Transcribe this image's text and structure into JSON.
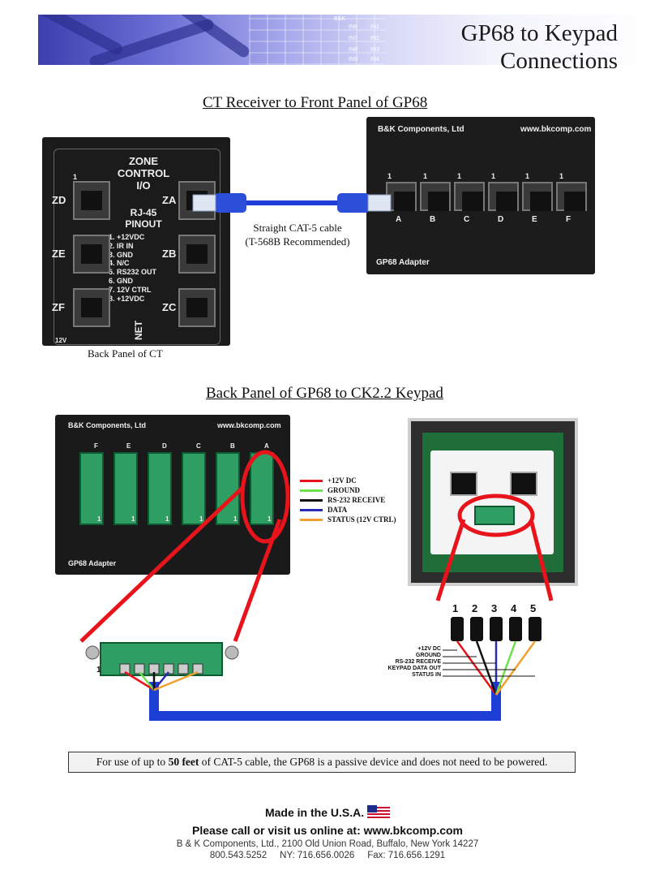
{
  "header": {
    "title_line1": "GP68 to Keypad",
    "title_line2": "Connections",
    "banner_labels": [
      "B&K",
      "IN6",
      "IN1",
      "IN7",
      "IN2",
      "IN8",
      "IN3",
      "IN9",
      "IN4"
    ]
  },
  "section1": {
    "heading": "CT Receiver to Front Panel of GP68",
    "ct_panel": {
      "zone_title": [
        "ZONE",
        "CONTROL",
        "I/O"
      ],
      "pinout_title": [
        "RJ-45",
        "PINOUT"
      ],
      "pins": [
        "1. +12VDC",
        "2. IR IN",
        "3. GND",
        "4. N/C",
        "5. RS232 OUT",
        "6. GND",
        "7. 12V CTRL",
        "8. +12VDC"
      ],
      "zones_left": [
        "ZD",
        "ZE",
        "ZF"
      ],
      "zones_right": [
        "ZA",
        "ZB",
        "ZC"
      ],
      "net_label": "NET",
      "bottom_label": "12V",
      "pin_one": "1",
      "caption": "Back Panel of CT"
    },
    "cable_caption_1": "Straight CAT-5 cable",
    "cable_caption_2": "(T-568B Recommended)",
    "gp68_front": {
      "brand": "B&K Components, Ltd",
      "url": "www.bkcomp.com",
      "ports": [
        "A",
        "B",
        "C",
        "D",
        "E",
        "F"
      ],
      "pin_one": "1",
      "footer": "GP68 Adapter"
    }
  },
  "section2": {
    "heading": "Back Panel of GP68 to CK2.2 Keypad",
    "gp68_back": {
      "brand": "B&K Components, Ltd",
      "url": "www.bkcomp.com",
      "ports": [
        "F",
        "E",
        "D",
        "C",
        "B",
        "A"
      ],
      "pin_one": "1",
      "footer": "GP68 Adapter"
    },
    "legend": [
      {
        "label": "+12V DC",
        "color": "#e8141c"
      },
      {
        "label": "GROUND",
        "color": "#6ee04a"
      },
      {
        "label": "RS-232 RECEIVE",
        "color": "#111111"
      },
      {
        "label": "DATA",
        "color": "#2a2ab8"
      },
      {
        "label": "STATUS (12V CTRL)",
        "color": "#f0a030"
      }
    ],
    "connector_pin_one": "1",
    "keypad_pins": [
      "1",
      "2",
      "3",
      "4",
      "5"
    ],
    "keypad_labels": [
      "+12V DC",
      "GROUND",
      "RS-232 RECEIVE",
      "KEYPAD DATA OUT",
      "STATUS IN"
    ]
  },
  "note": {
    "prefix": "For use of up to ",
    "bold": "50 feet",
    "suffix": " of CAT-5 cable, the GP68 is a passive device and does not need to be powered."
  },
  "footer": {
    "made_in": "Made in the U.S.A.",
    "call": "Please call or visit us online at: www.bkcomp.com",
    "address": "B & K Components, Ltd., 2100 Old Union Road, Buffalo, New York 14227",
    "phone": "800.543.5252     NY: 716.656.0026     Fax: 716.656.1291"
  }
}
